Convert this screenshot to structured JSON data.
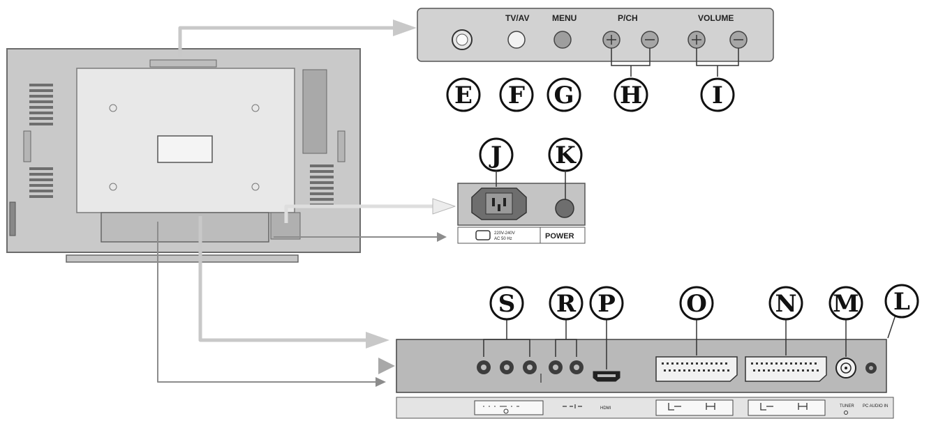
{
  "top_panel": {
    "labels": {
      "tvav": "TV/AV",
      "menu": "MENU",
      "pch": "P/CH",
      "volume": "VOLUME"
    },
    "letters": [
      "E",
      "F",
      "G",
      "H",
      "I"
    ]
  },
  "power_panel": {
    "letters": [
      "J",
      "K"
    ],
    "ac_text_1": "220V-240V",
    "ac_text_2": "AC 50 Hz",
    "power_label": "POWER"
  },
  "rear_panel": {
    "letters": [
      "S",
      "R",
      "P",
      "O",
      "N",
      "M",
      "L"
    ],
    "labels": {
      "hdmi": "HDMI",
      "tuner": "TUNER",
      "pc_audio": "PC AUDIO IN"
    }
  }
}
